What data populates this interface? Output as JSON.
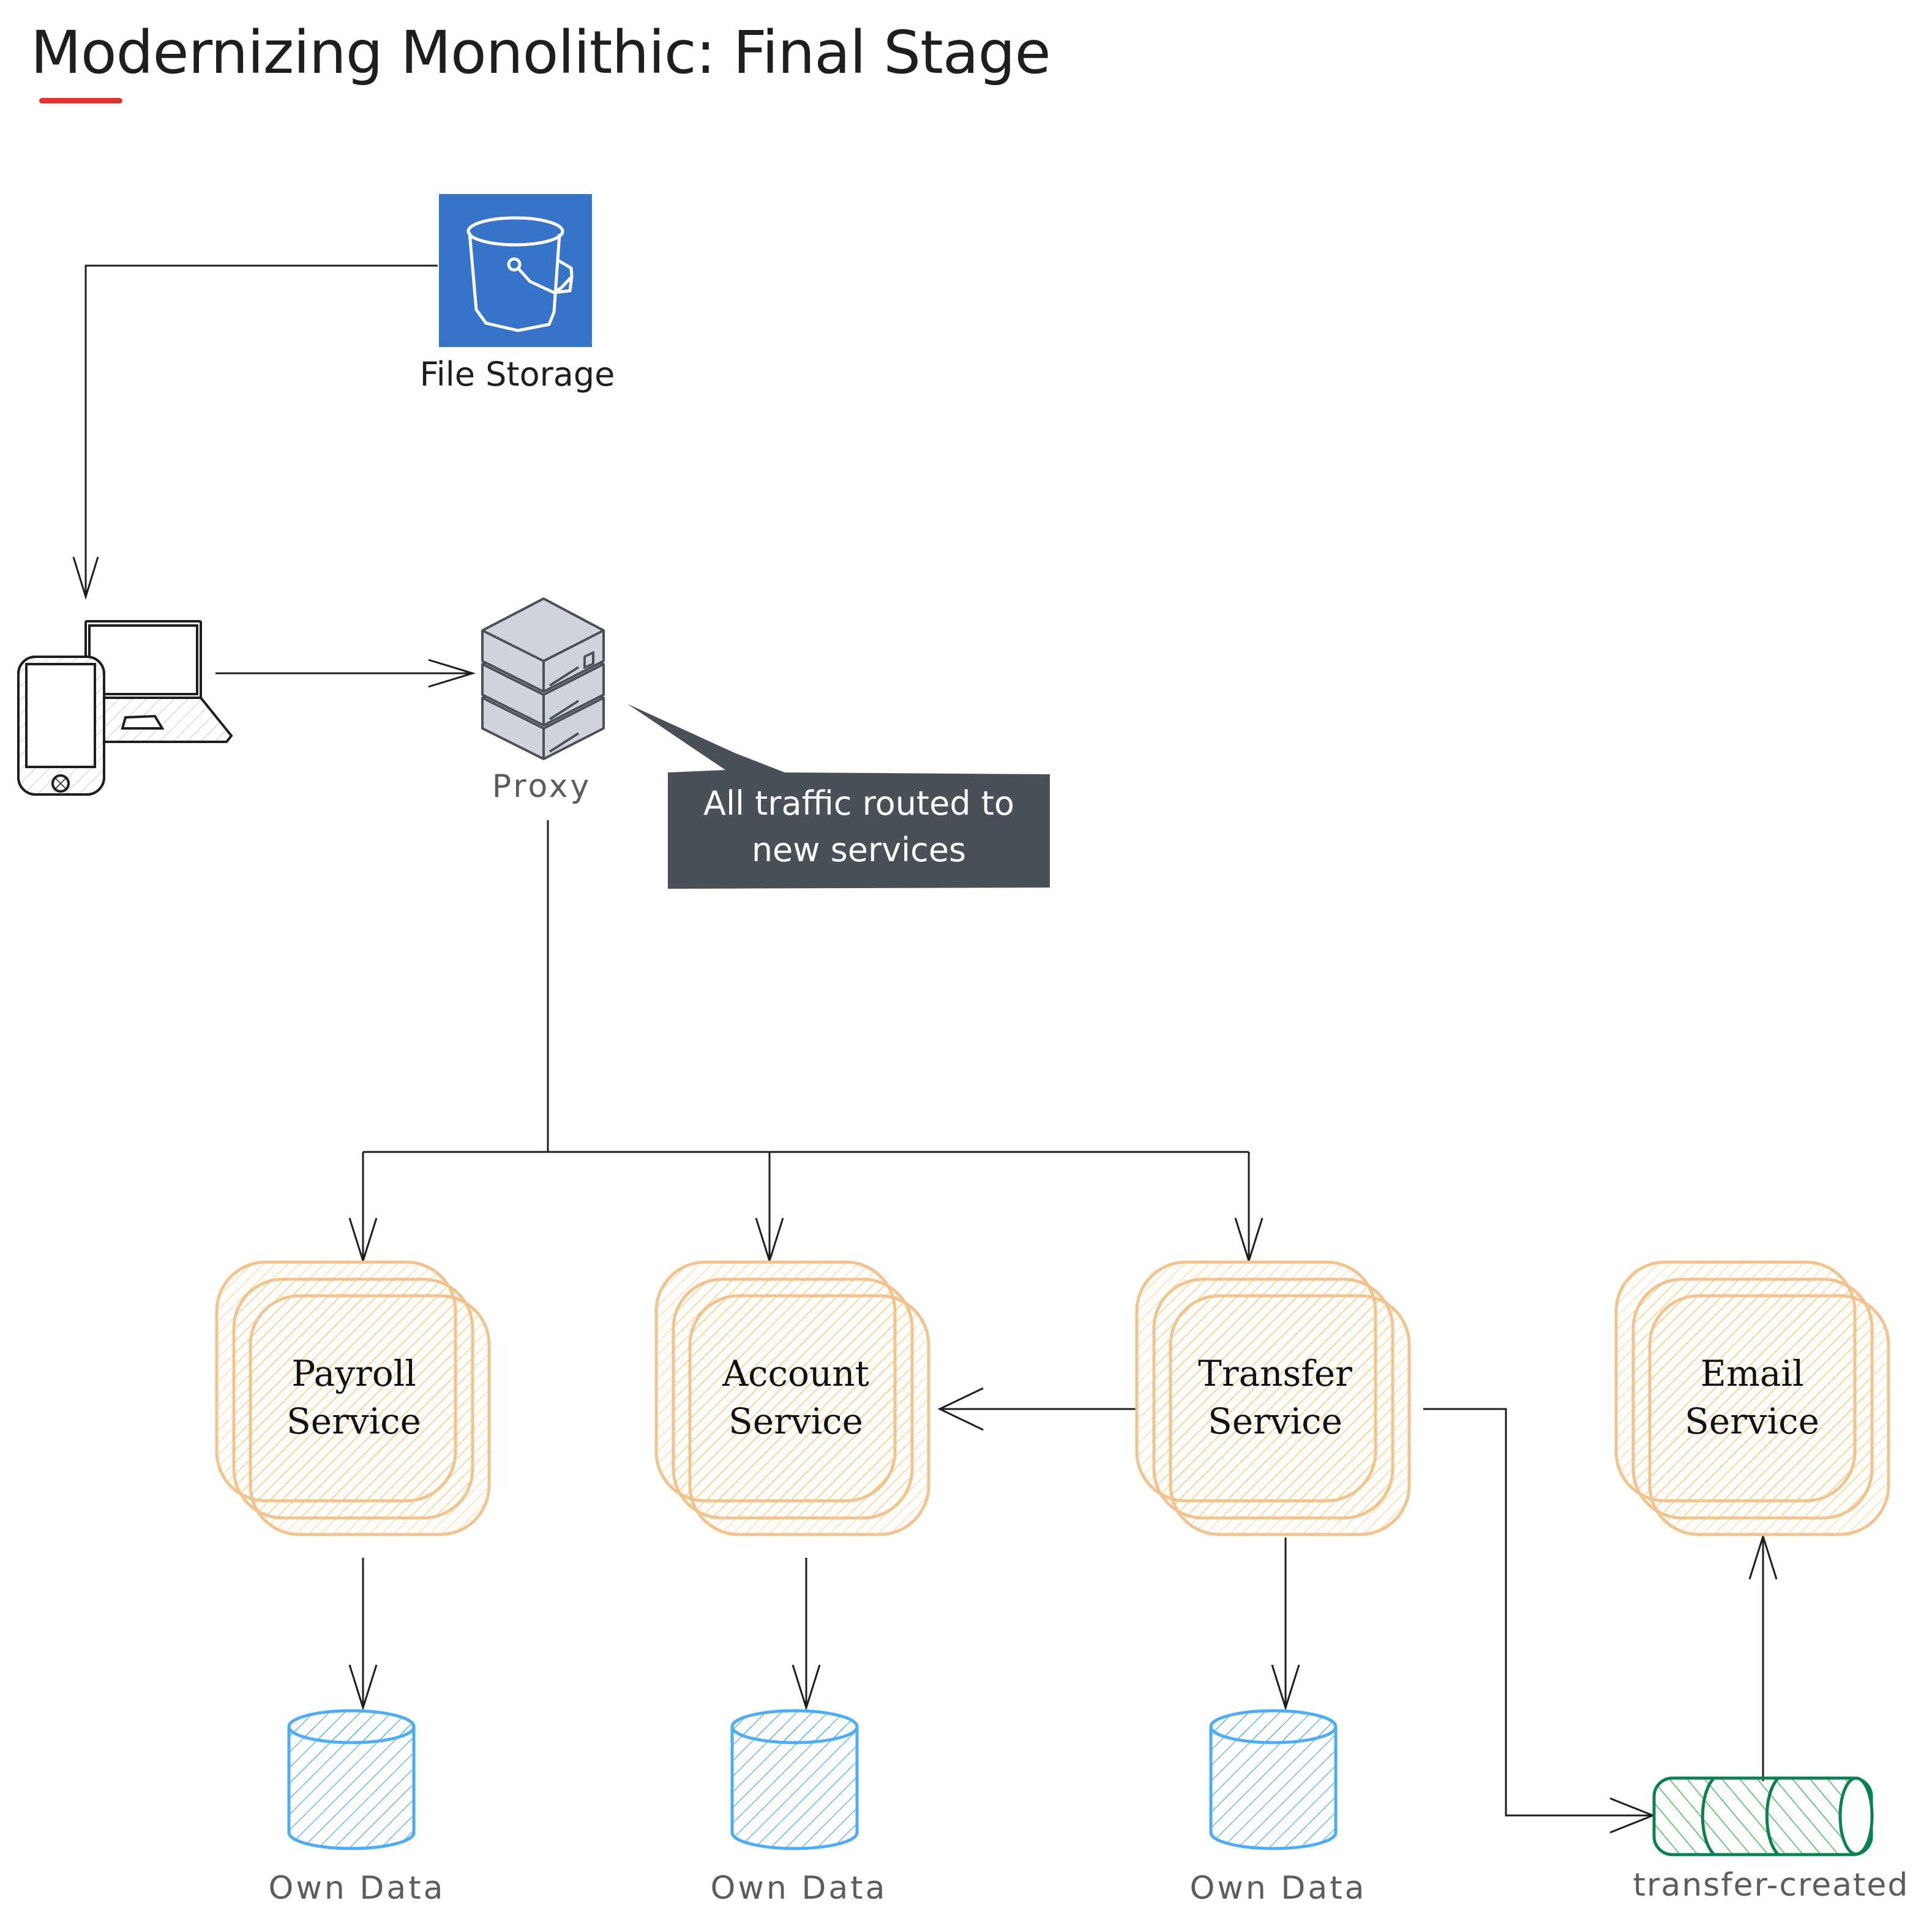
{
  "title": "Modernizing Monolithic: Final Stage",
  "colors": {
    "title_underline": "#e03131",
    "storage_bg": "#3574c8",
    "service_stroke": "#f2c38f",
    "service_fill": "#ffd98a",
    "database_stroke": "#4dabf7",
    "queue_stroke": "#08804f",
    "queue_fill": "#40c057",
    "callout_bg": "#495057",
    "server_fill": "#ced4da",
    "server_stroke": "#495057",
    "arrow": "#1e1e1e"
  },
  "nodes": {
    "file_storage": {
      "label": "File Storage",
      "icon": "bucket-icon"
    },
    "clients": {
      "icon": "devices-icon"
    },
    "proxy": {
      "label": "Proxy",
      "icon": "server-stack-icon"
    },
    "callout": {
      "line1": "All traffic routed to",
      "line2": "new services"
    },
    "services": [
      {
        "line1": "Payroll",
        "line2": "Service"
      },
      {
        "line1": "Account",
        "line2": "Service"
      },
      {
        "line1": "Transfer",
        "line2": "Service"
      },
      {
        "line1": "Email",
        "line2": "Service"
      }
    ],
    "databases": [
      {
        "label": "Own Data"
      },
      {
        "label": "Own Data"
      },
      {
        "label": "Own Data"
      }
    ],
    "queue": {
      "label": "transfer-created",
      "icon": "queue-icon"
    }
  },
  "edges": [
    {
      "from": "File Storage",
      "to": "Clients"
    },
    {
      "from": "Clients",
      "to": "Proxy"
    },
    {
      "from": "Proxy",
      "to": "Payroll Service"
    },
    {
      "from": "Proxy",
      "to": "Account Service"
    },
    {
      "from": "Proxy",
      "to": "Transfer Service"
    },
    {
      "from": "Transfer Service",
      "to": "Account Service"
    },
    {
      "from": "Transfer Service",
      "to": "transfer-created"
    },
    {
      "from": "transfer-created",
      "to": "Email Service"
    },
    {
      "from": "Payroll Service",
      "to": "Own Data"
    },
    {
      "from": "Account Service",
      "to": "Own Data"
    },
    {
      "from": "Transfer Service",
      "to": "Own Data"
    }
  ]
}
